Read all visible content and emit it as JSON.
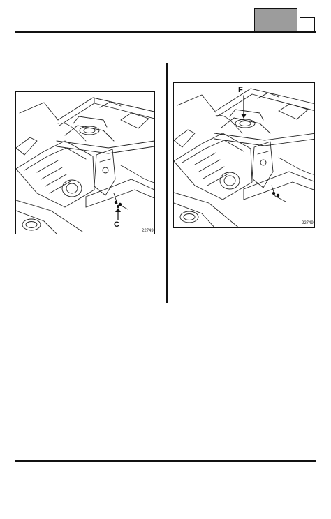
{
  "figures": [
    {
      "callout": "C",
      "ref": "22749"
    },
    {
      "callout": "F",
      "ref": "22749"
    }
  ]
}
